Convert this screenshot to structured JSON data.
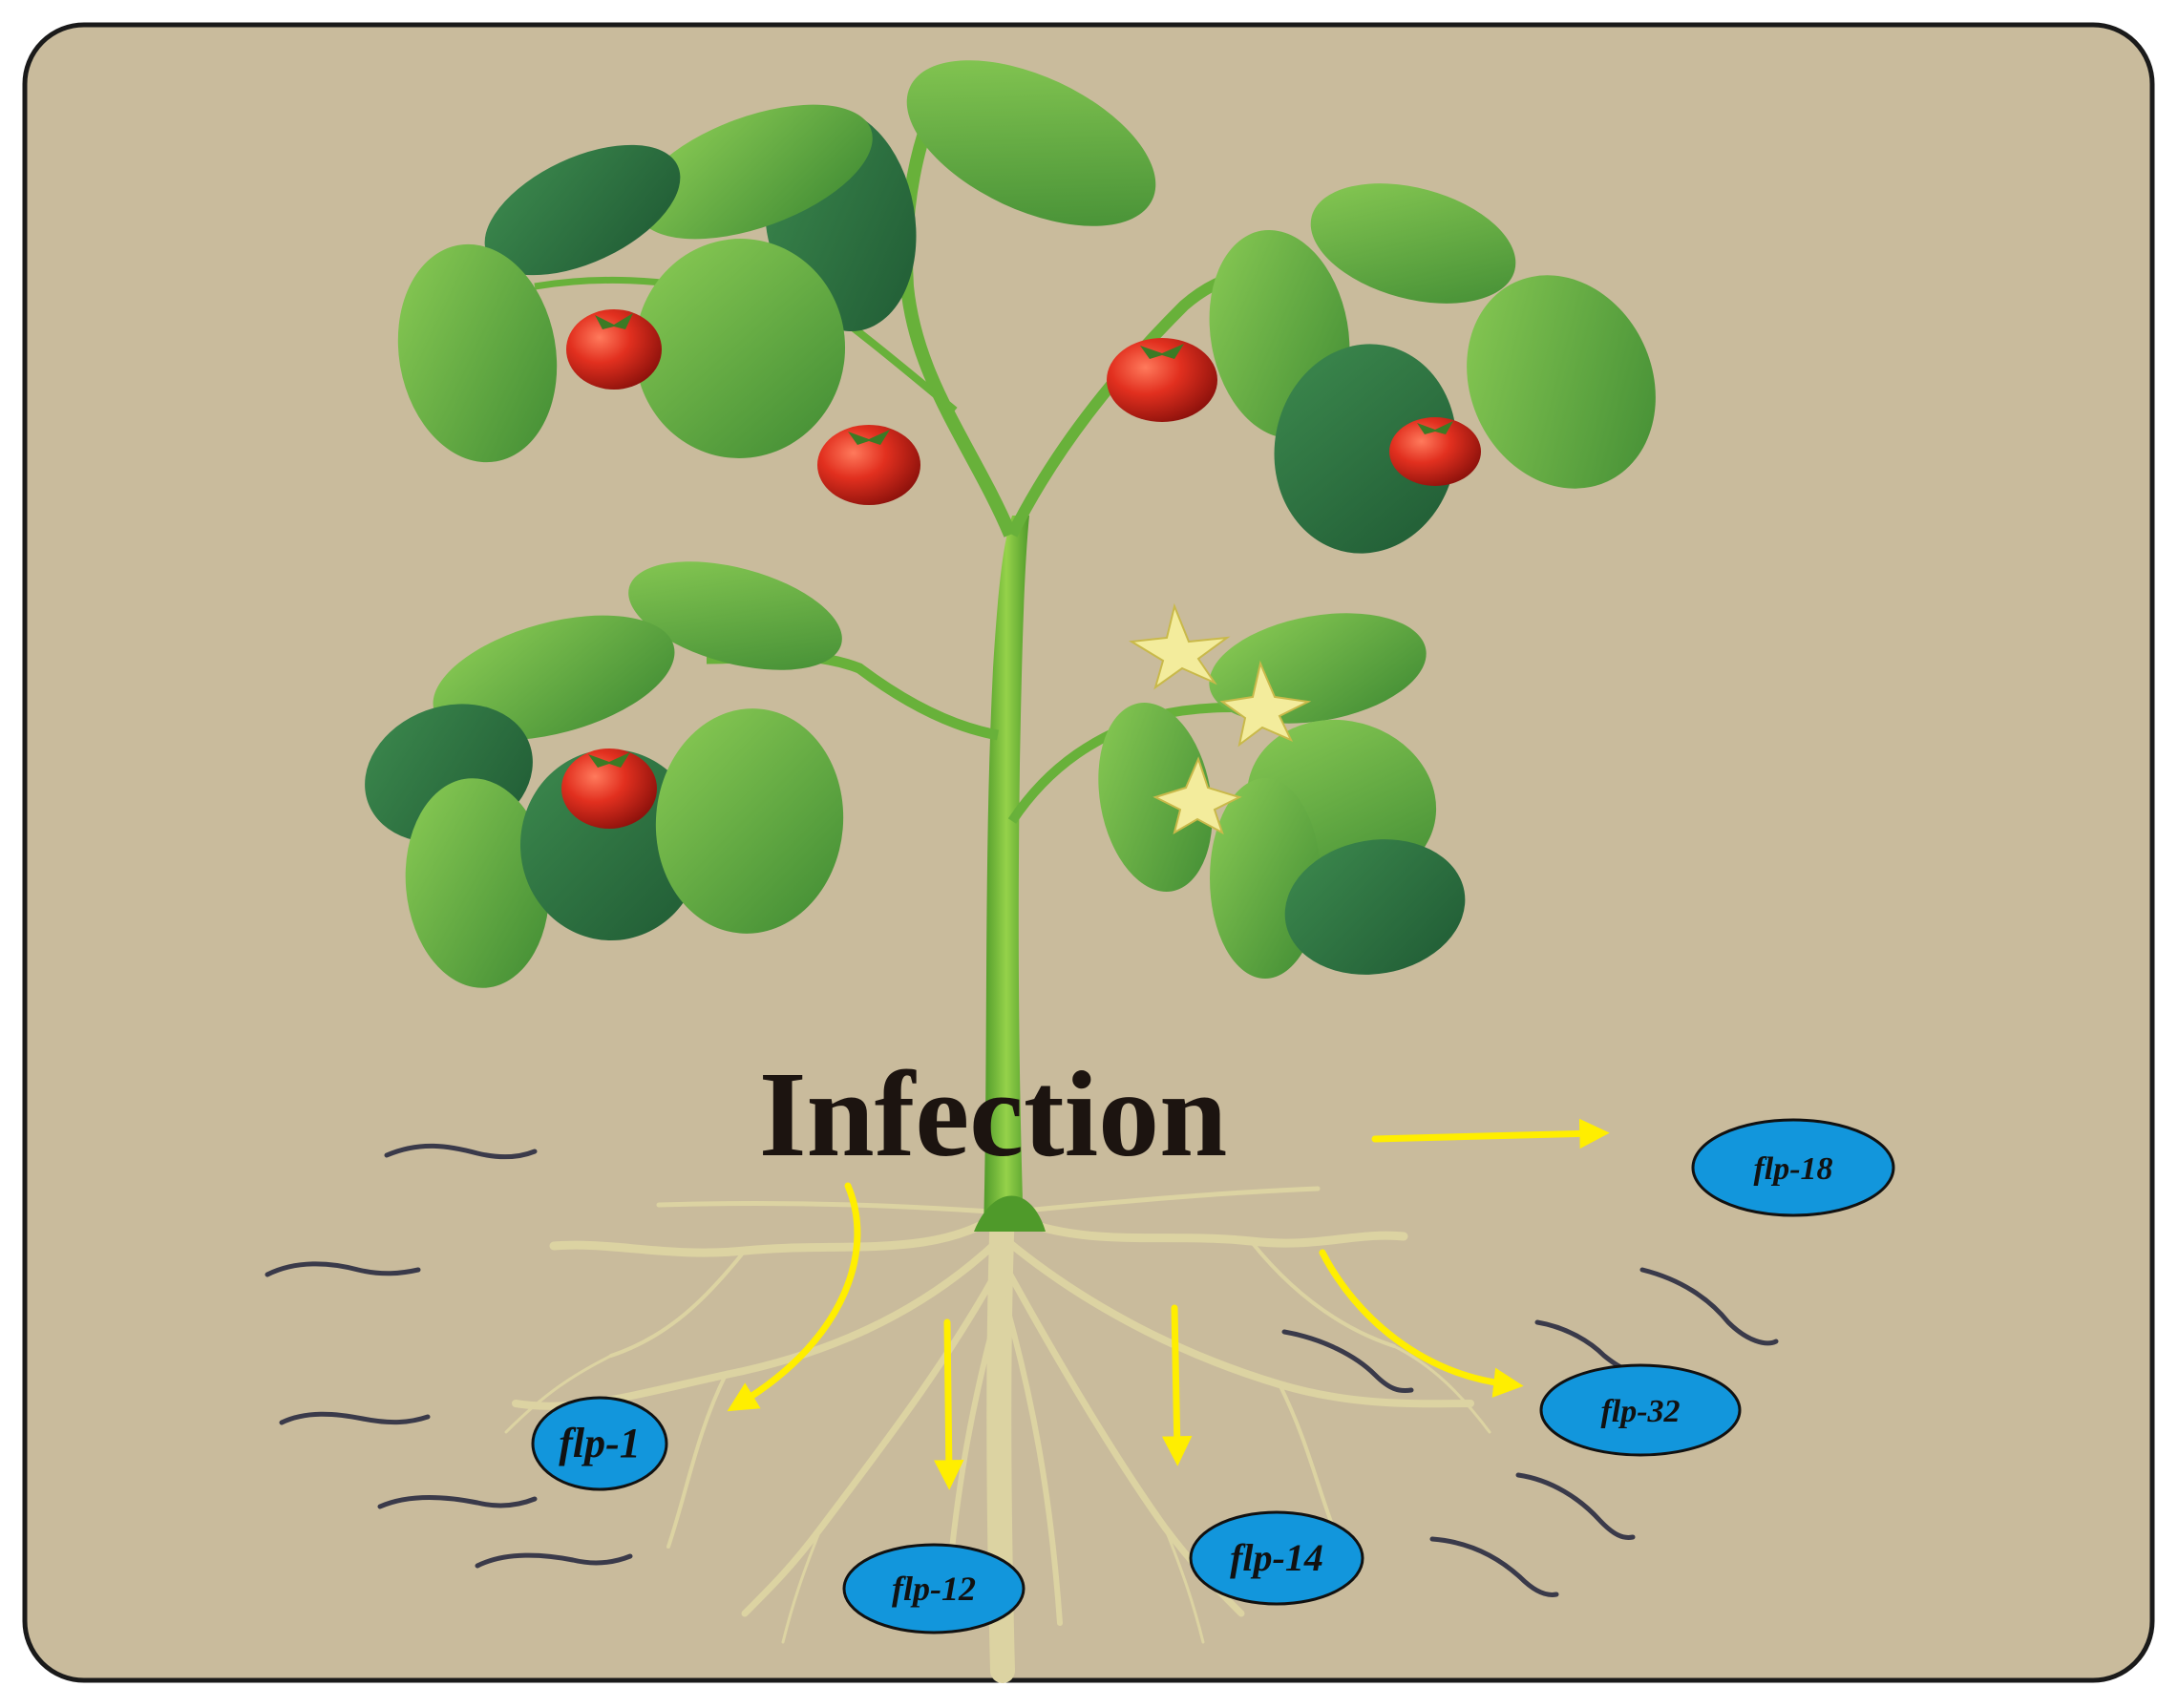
{
  "title": "Infection",
  "genes": [
    {
      "id": "flp-1",
      "label": "flp-1"
    },
    {
      "id": "flp-12",
      "label": "flp-12"
    },
    {
      "id": "flp-14",
      "label": "flp-14"
    },
    {
      "id": "flp-32",
      "label": "flp-32"
    },
    {
      "id": "flp-18",
      "label": "flp-18"
    }
  ],
  "colors": {
    "background": "#c9bb9c",
    "border": "#1a1a1a",
    "arrow": "#ffee00",
    "gene_fill": "#1296dc",
    "leaf": "#5aa33a",
    "leaf_dark": "#2e6b3a",
    "stem": "#7cbf3a",
    "tomato": "#d9261c",
    "root": "#dcd3a2",
    "nematode": "#3a3a4a"
  }
}
